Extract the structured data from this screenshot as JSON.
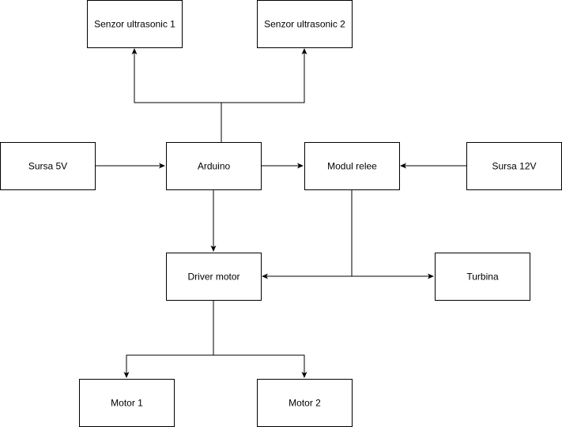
{
  "diagram": {
    "nodes": {
      "senzor1": "Senzor ultrasonic 1",
      "senzor2": "Senzor ultrasonic 2",
      "sursa5v": "Sursa 5V",
      "arduino": "Arduino",
      "modul_relee": "Modul relee",
      "sursa12v": "Sursa 12V",
      "driver_motor": "Driver motor",
      "turbina": "Turbina",
      "motor1": "Motor 1",
      "motor2": "Motor 2"
    },
    "edges": [
      {
        "from": "arduino",
        "to": "senzor1"
      },
      {
        "from": "arduino",
        "to": "senzor2"
      },
      {
        "from": "sursa5v",
        "to": "arduino"
      },
      {
        "from": "arduino",
        "to": "modul_relee"
      },
      {
        "from": "sursa12v",
        "to": "modul_relee"
      },
      {
        "from": "arduino",
        "to": "driver_motor"
      },
      {
        "from": "modul_relee",
        "to": "driver_motor"
      },
      {
        "from": "modul_relee",
        "to": "turbina"
      },
      {
        "from": "driver_motor",
        "to": "motor1"
      },
      {
        "from": "driver_motor",
        "to": "motor2"
      }
    ]
  }
}
